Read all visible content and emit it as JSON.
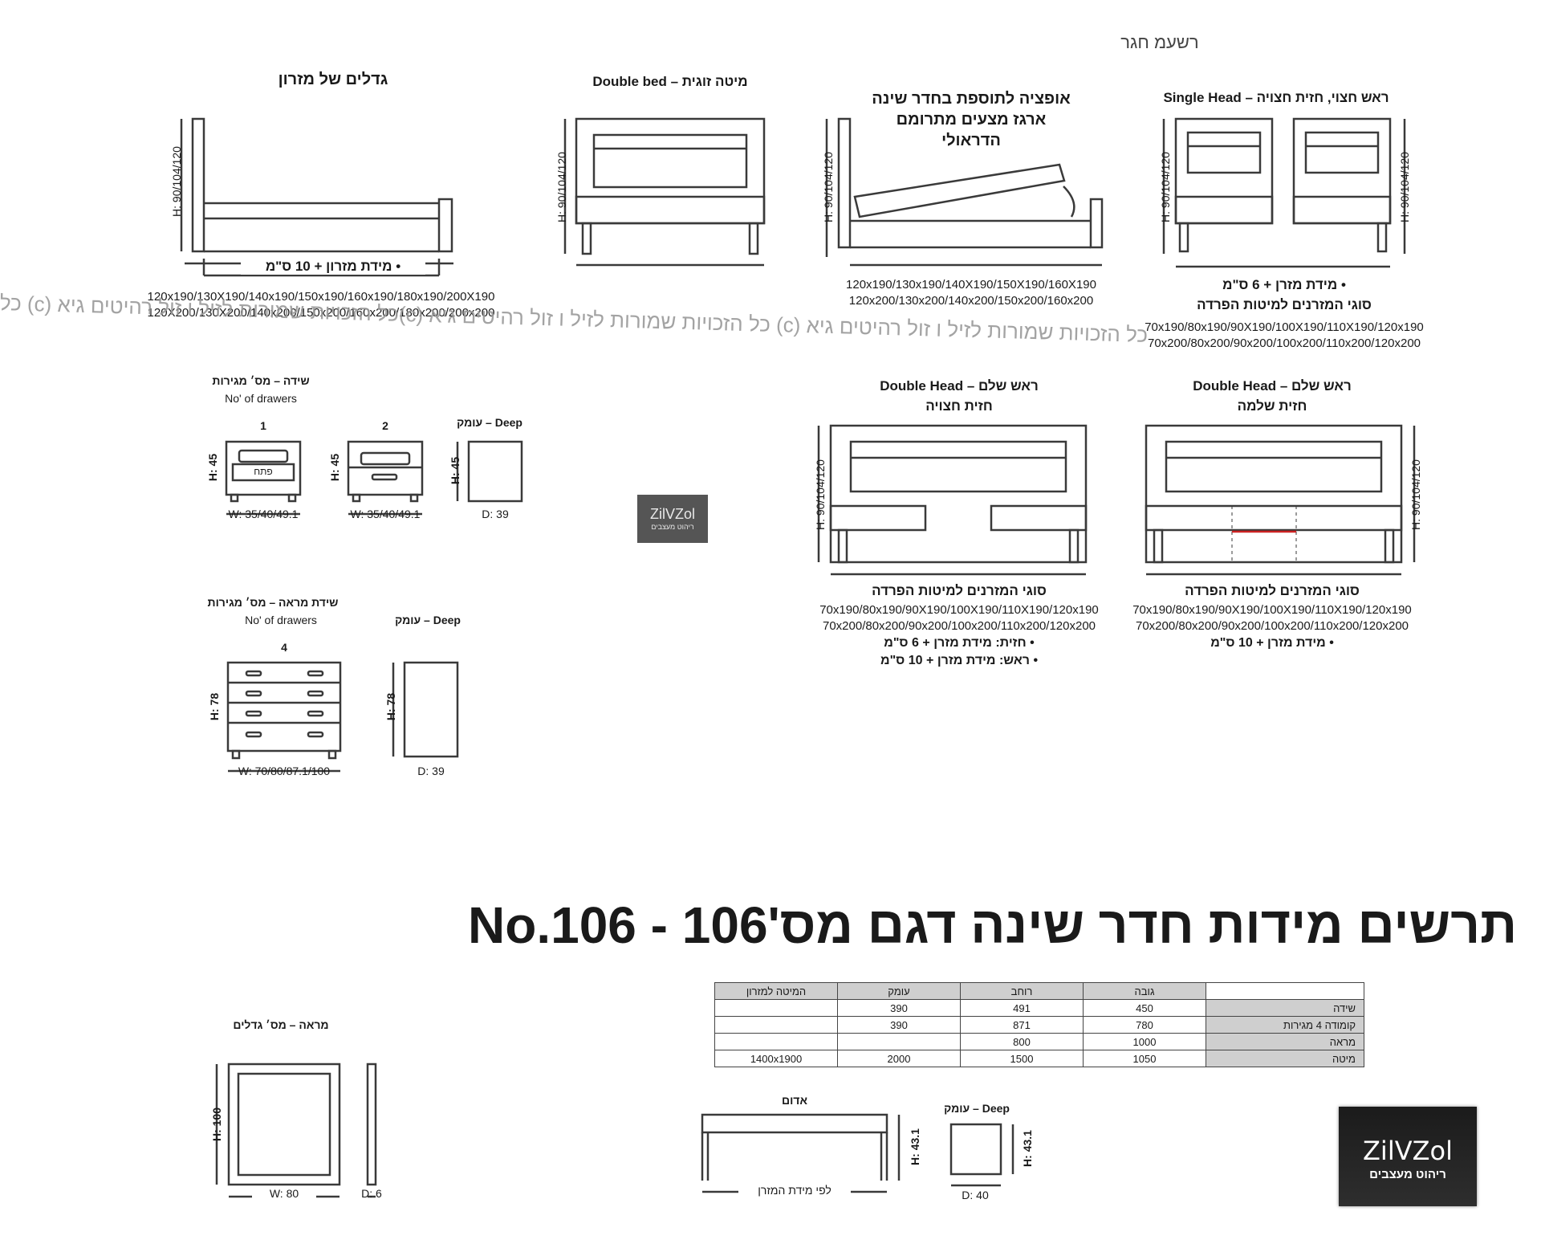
{
  "header_cut": "רשעמ חגר",
  "sections": {
    "mattress_sizes": {
      "title": "גדלים של מזרון",
      "height": "H: 90/104/120",
      "dim_note": "• מידת מזרון + 10 ס\"מ",
      "sizes_190": "120x190/130X190/140x190/150x190/160x190/180x190/200X190",
      "sizes_200": "120X200/130X200/140x200/150x200/160x200/180x200/200x200"
    },
    "double_bed": {
      "title": "מיטה זוגית – Double bed",
      "height": "H: 90/104/120"
    },
    "storage_option": {
      "title_l1": "אופציה לתוספת בחדר שינה",
      "title_l2": "ארגז מצעים מתרומם",
      "title_l3": "הדראולי",
      "height": "H: 90/104/120",
      "sizes_190": "120x190/130x190/140X190/150X190/160X190",
      "sizes_200": "120x200/130x200/140x200/150x200/160x200"
    },
    "single_head": {
      "title": "ראש חצוי, חזית חצויה – Single Head",
      "height": "H: 90/104/120",
      "note_1": "• מידת מזרן + 6 ס\"מ",
      "note_2": "סוגי המזרנים למיטות הפרדה",
      "sizes_190": "70x190/80x190/90X190/100X190/110X190/120x190",
      "sizes_200": "70x200/80x200/90x200/100x200/110x200/120x200"
    },
    "nightstand": {
      "title": "שידה – מס׳ מגירות",
      "subtitle": "No' of drawers",
      "count_1": "1",
      "count_2": "2",
      "deep_label": "Deep – עומק",
      "height": "H: 45",
      "open_label": "פתח",
      "width_1": "W: 35/40/49.1",
      "width_2": "W: 35/40/49.1",
      "depth": "D: 39"
    },
    "dresser": {
      "title": "שידת מראה – מס׳ מגירות",
      "subtitle": "No' of drawers",
      "count": "4",
      "deep_label": "Deep – עומק",
      "height": "H: 78",
      "width": "W: 70/80/87.1/100",
      "depth": "D: 39"
    },
    "double_head_split": {
      "title_l1": "ראש שלם – Double Head",
      "title_l2": "חזית חצויה",
      "height": "H: 90/104/120",
      "note_types": "סוגי המזרנים למיטות הפרדה",
      "sizes_190": "70x190/80x190/90X190/100X190/110X190/120x190",
      "sizes_200": "70x200/80x200/90x200/100x200/110x200/120x200",
      "note_front": "• חזית: מידת מזרן + 6 ס\"מ",
      "note_head": "• ראש: מידת מזרן + 10 ס\"מ"
    },
    "double_head_full": {
      "title_l1": "ראש שלם – Double Head",
      "title_l2": "חזית שלמה",
      "height": "H: 90/104/120",
      "note_types": "סוגי המזרנים למיטות הפרדה",
      "sizes_190": "70x190/80x190/90X190/100X190/110X190/120x190",
      "sizes_200": "70x200/80x200/90x200/100x200/110x200/120x200",
      "note_dim": "• מידת מזרן + 10 ס\"מ"
    },
    "mirror": {
      "title": "מראה – מס׳ גדלים",
      "height": "H: 100",
      "width": "W: 80",
      "depth": "D: 6"
    },
    "bench": {
      "title": "אדום",
      "height": "H: 43.1",
      "width_note": "לפי מידת המזרן"
    },
    "bench_side": {
      "title": "Deep – עומק",
      "height": "H: 43.1",
      "depth": "D: 40"
    }
  },
  "watermark": {
    "line_1": "כל הזכויות שמורות לזיל ו זול רהיטים גיא (c) כל הזכויות שמורות לזיל ו זול רהיטים גיא (c)כל הזכויות שמורות לזיל ו זול רהיטים גיא (c) כל הזכויות שמורות ל"
  },
  "title": "תרשים מידות חדר שינה דגם מס'106 - No.106",
  "table": {
    "headers": [
      "גובה",
      "רוחב",
      "עומק",
      "המיטה למזרון"
    ],
    "rows": [
      {
        "name": "שידה",
        "cells": [
          "450",
          "491",
          "390",
          ""
        ]
      },
      {
        "name": "קומודה 4 מגירות",
        "cells": [
          "780",
          "871",
          "390",
          ""
        ]
      },
      {
        "name": "מראה",
        "cells": [
          "1000",
          "800",
          "",
          ""
        ]
      },
      {
        "name": "מיטה",
        "cells": [
          "1050",
          "1500",
          "2000",
          "1400x1900"
        ]
      }
    ]
  },
  "logo": {
    "brand": "ZilVZol",
    "tagline": "ריהוט מעצבים"
  },
  "colors": {
    "line": "#3a3a3a",
    "table_header": "#cfcfcf",
    "watermark": "#9a9a9a",
    "accent_red": "#cc2222"
  }
}
